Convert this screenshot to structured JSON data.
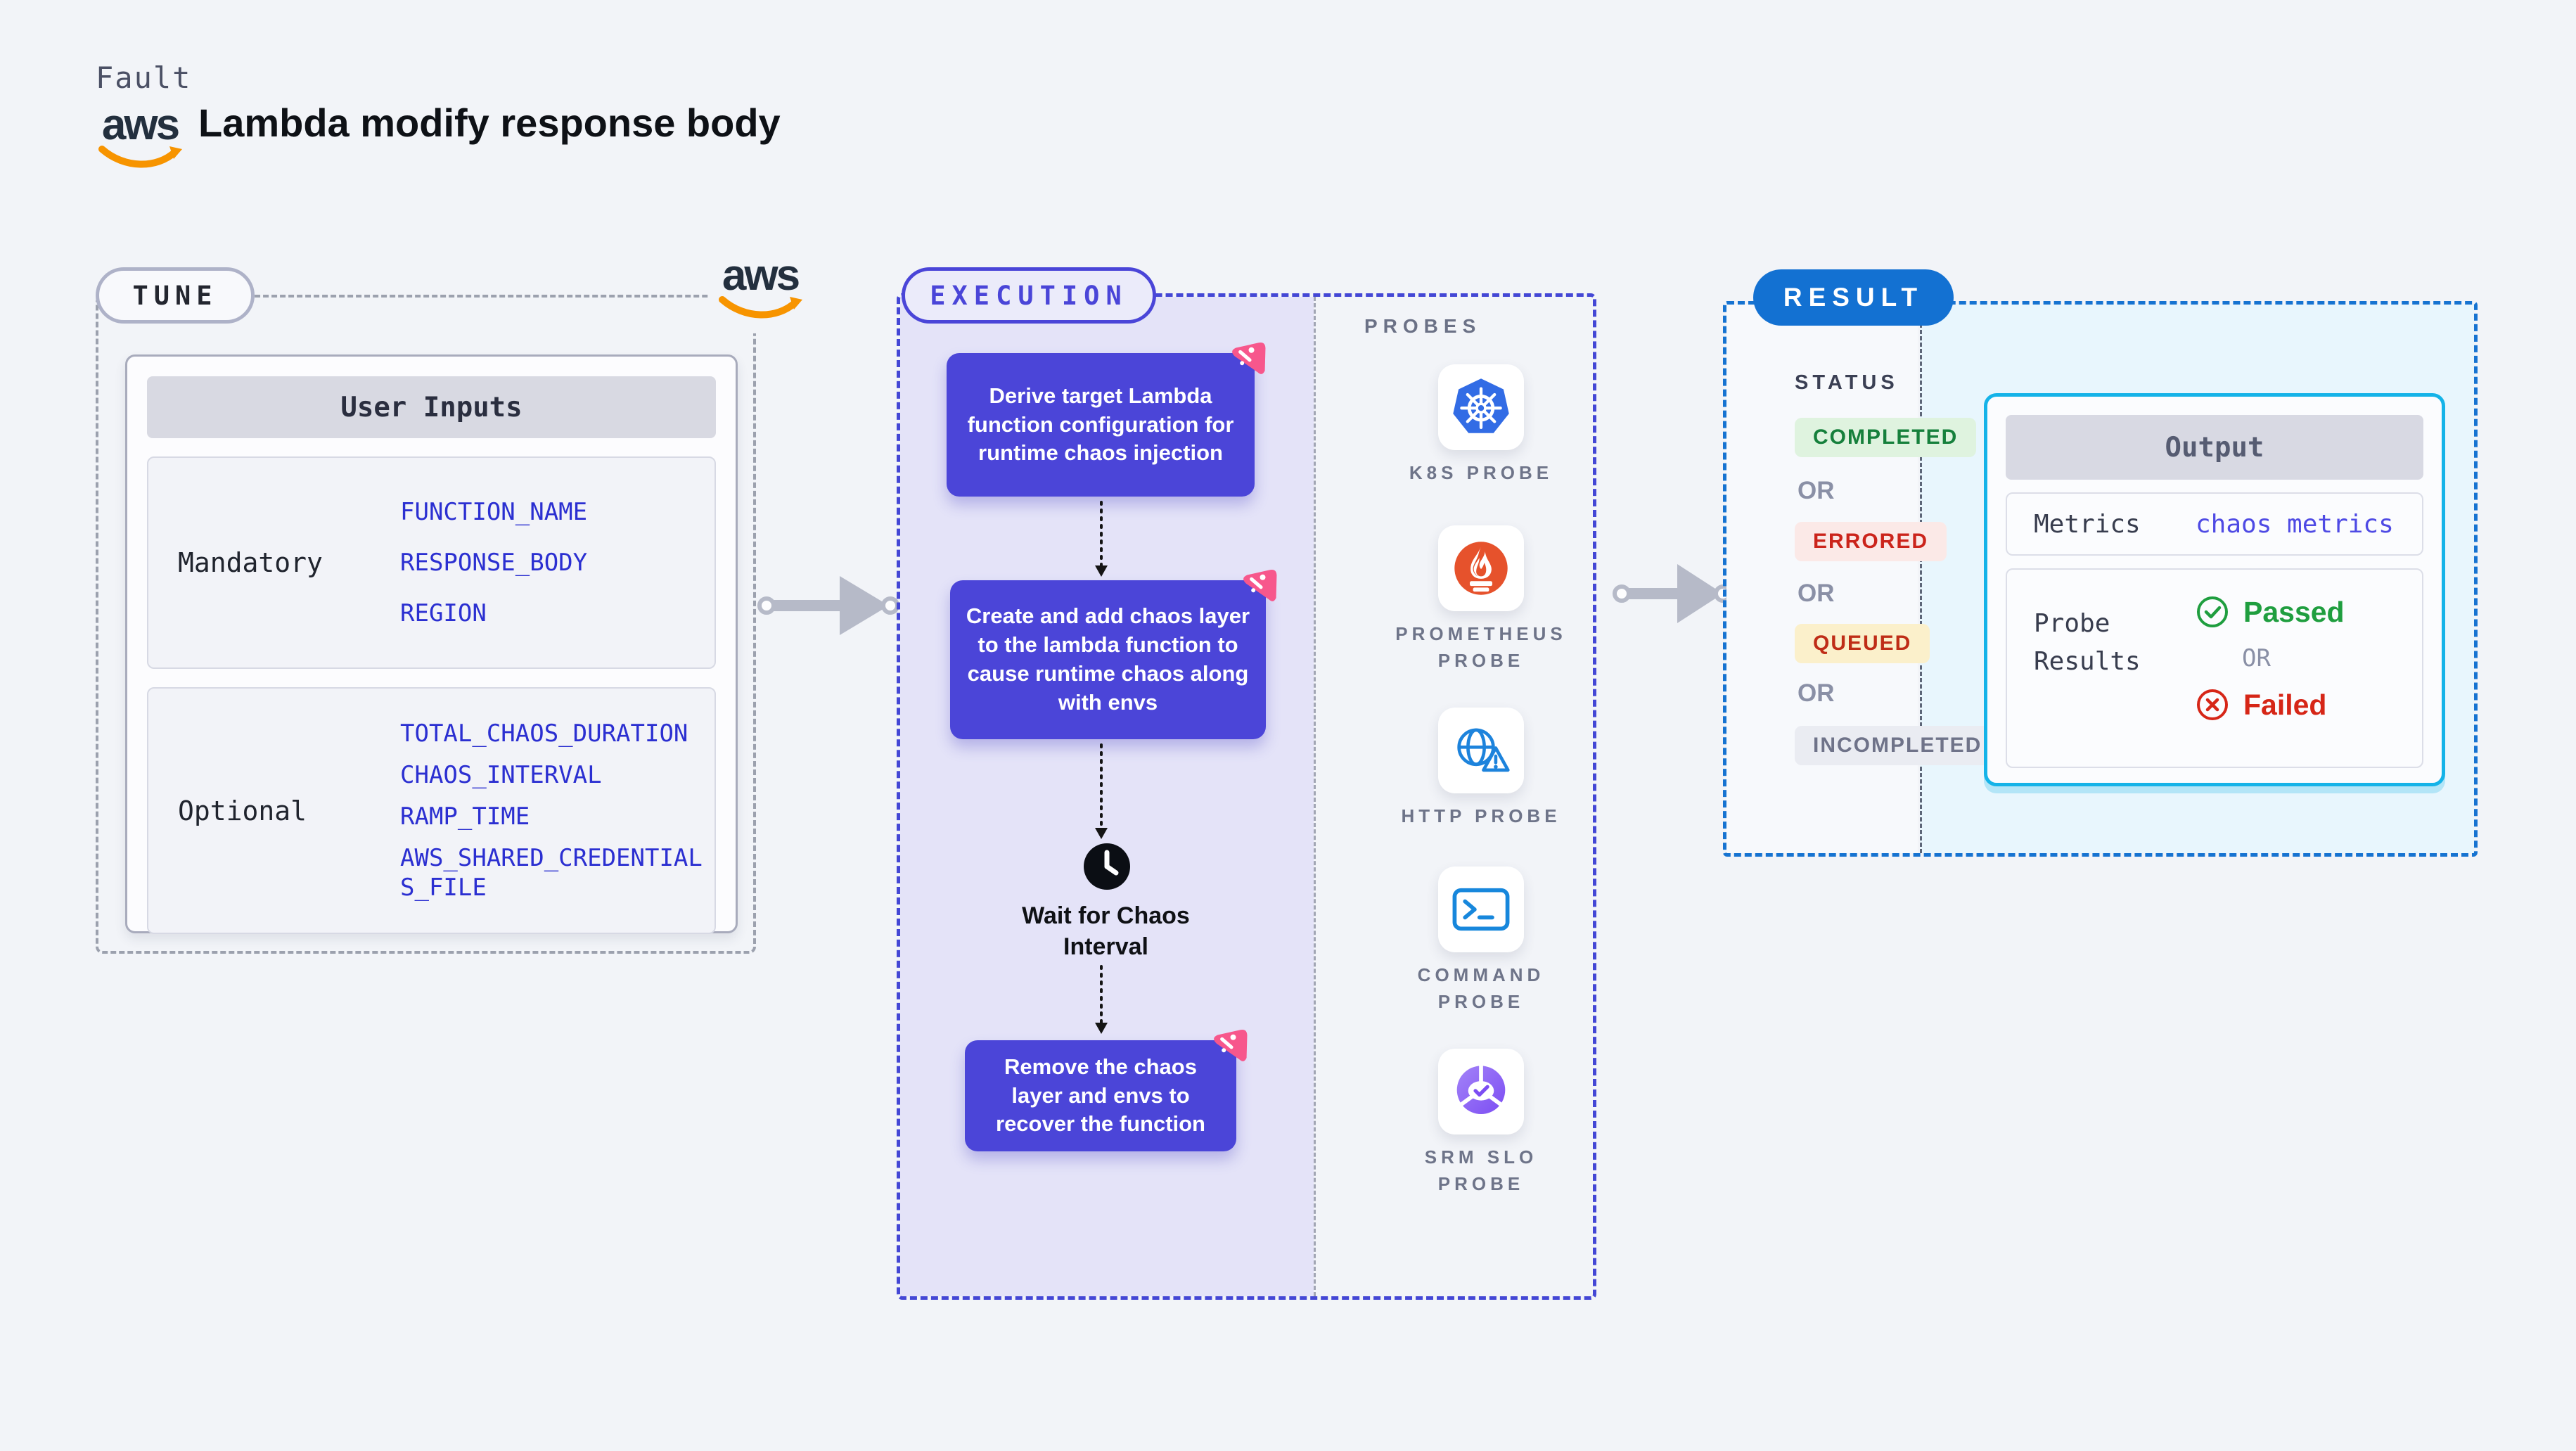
{
  "header": {
    "eyebrow": "Fault",
    "title": "Lambda modify response body",
    "aws_label": "aws"
  },
  "tune": {
    "pill": "TUNE",
    "aws_label": "aws",
    "table": {
      "header": "User Inputs",
      "rows": [
        {
          "label": "Mandatory",
          "values": [
            "FUNCTION_NAME",
            "RESPONSE_BODY",
            "REGION"
          ]
        },
        {
          "label": "Optional",
          "values": [
            "TOTAL_CHAOS_DURATION",
            "CHAOS_INTERVAL",
            "RAMP_TIME",
            "AWS_SHARED_CREDENTIALS_FILE"
          ]
        }
      ]
    }
  },
  "execution": {
    "pill": "EXECUTION",
    "steps": [
      "Derive target Lambda function configuration for runtime chaos injection",
      "Create and add chaos layer to the lambda function to cause runtime chaos along with envs",
      "Remove the chaos layer and envs to recover the function"
    ],
    "wait_label": "Wait for Chaos Interval"
  },
  "probes": {
    "heading": "PROBES",
    "items": [
      {
        "name": "k8s",
        "label": "K8S PROBE"
      },
      {
        "name": "prometheus",
        "label": "PROMETHEUS PROBE"
      },
      {
        "name": "http",
        "label": "HTTP PROBE"
      },
      {
        "name": "command",
        "label": "COMMAND PROBE"
      },
      {
        "name": "srm-slo",
        "label": "SRM SLO PROBE"
      }
    ]
  },
  "result": {
    "pill": "RESULT",
    "status_heading": "STATUS",
    "or_label": "OR",
    "statuses": [
      "COMPLETED",
      "ERRORED",
      "QUEUED",
      "INCOMPLETED"
    ],
    "output": {
      "header": "Output",
      "metrics_label": "Metrics",
      "metrics_value": "chaos metrics",
      "probe_results_label": "Probe Results",
      "passed_label": "Passed",
      "failed_label": "Failed"
    }
  },
  "colors": {
    "page_bg": "#F2F4F8",
    "indigo_step": "#4B45D8",
    "execution_border": "#4447D5",
    "execution_panel": "#E4E3F8",
    "tune_border": "#9CA1AE",
    "result_blue": "#1371D2",
    "output_border": "#14B3E8",
    "output_panel_bg": "#E8F6FD",
    "value_blue": "#2B2FD1",
    "metrics_value_blue": "#4E4AE4",
    "pink_badge": "#F7578C",
    "aws_orange": "#F79400",
    "passed_green": "#1F9E3F",
    "failed_red": "#D62617",
    "completed_green": "#16803C",
    "errored_red": "#CB241B",
    "queued_red": "#BF2D17",
    "incompleted_gray": "#6F7389"
  }
}
